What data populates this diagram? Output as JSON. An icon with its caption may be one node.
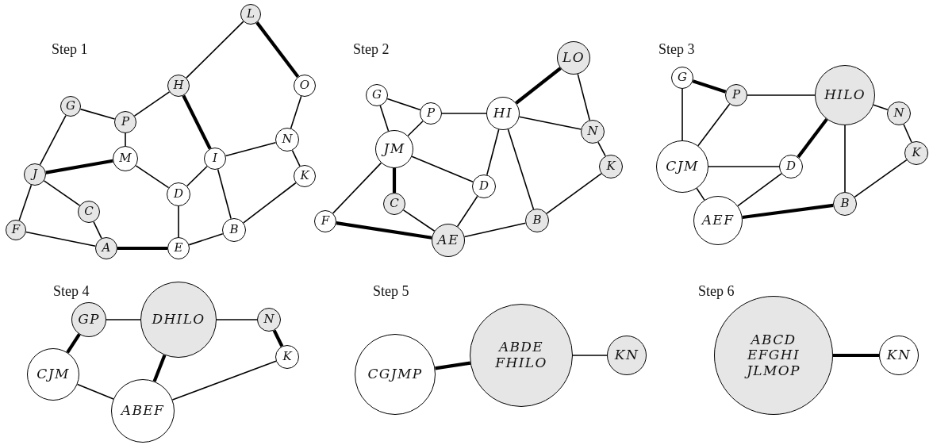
{
  "diagram": {
    "nodes": [
      {
        "text": [
          "L"
        ]
      },
      {
        "text": [
          "H"
        ]
      },
      {
        "text": [
          "O"
        ]
      },
      {
        "text": [
          "G"
        ]
      },
      {
        "text": [
          "P"
        ]
      },
      {
        "text": [
          "N"
        ]
      },
      {
        "text": [
          "M"
        ]
      },
      {
        "text": [
          "I"
        ]
      },
      {
        "text": [
          "J"
        ]
      },
      {
        "text": [
          "K"
        ]
      },
      {
        "text": [
          "D"
        ]
      },
      {
        "text": [
          "C"
        ]
      },
      {
        "text": [
          "F"
        ]
      },
      {
        "text": [
          "B"
        ]
      },
      {
        "text": [
          "A"
        ]
      },
      {
        "text": [
          "E"
        ]
      },
      {
        "text": [
          "LO"
        ]
      },
      {
        "text": [
          "G"
        ]
      },
      {
        "text": [
          "P"
        ]
      },
      {
        "text": [
          "HI"
        ]
      },
      {
        "text": [
          "N"
        ]
      },
      {
        "text": [
          "JM"
        ]
      },
      {
        "text": [
          "K"
        ]
      },
      {
        "text": [
          "D"
        ]
      },
      {
        "text": [
          "C"
        ]
      },
      {
        "text": [
          "F"
        ]
      },
      {
        "text": [
          "B"
        ]
      },
      {
        "text": [
          "AE"
        ]
      },
      {
        "text": [
          "G"
        ]
      },
      {
        "text": [
          "P"
        ]
      },
      {
        "text": [
          "HILO"
        ]
      },
      {
        "text": [
          "N"
        ]
      },
      {
        "text": [
          "K"
        ]
      },
      {
        "text": [
          "CJM"
        ]
      },
      {
        "text": [
          "D"
        ]
      },
      {
        "text": [
          "B"
        ]
      },
      {
        "text": [
          "AEF"
        ]
      },
      {
        "text": [
          "GP"
        ]
      },
      {
        "text": [
          "DHILO"
        ]
      },
      {
        "text": [
          "N"
        ]
      },
      {
        "text": [
          "K"
        ]
      },
      {
        "text": [
          "CJM"
        ]
      },
      {
        "text": [
          "ABEF"
        ]
      },
      {
        "text": [
          "CGJMP"
        ]
      },
      {
        "text": [
          "ABDE FHILO"
        ]
      },
      {
        "text": [
          "KN"
        ]
      },
      {
        "text": [
          "ABCD EFGHI JLMOP"
        ]
      },
      {
        "text": [
          "KN"
        ]
      }
    ],
    "edges": [
      {
        "from": 0,
        "to": 1,
        "arrow": "none"
      },
      {
        "from": 0,
        "to": 2,
        "arrow": "none",
        "style": "thick"
      },
      {
        "from": 2,
        "to": 5,
        "arrow": "none"
      },
      {
        "from": 1,
        "to": 4,
        "arrow": "none"
      },
      {
        "from": 1,
        "to": 7,
        "arrow": "none",
        "style": "thick"
      },
      {
        "from": 3,
        "to": 4,
        "arrow": "none"
      },
      {
        "from": 3,
        "to": 8,
        "arrow": "none"
      },
      {
        "from": 4,
        "to": 6,
        "arrow": "none"
      },
      {
        "from": 6,
        "to": 8,
        "arrow": "none",
        "style": "thick"
      },
      {
        "from": 6,
        "to": 10,
        "arrow": "none"
      },
      {
        "from": 7,
        "to": 10,
        "arrow": "none"
      },
      {
        "from": 7,
        "to": 5,
        "arrow": "none"
      },
      {
        "from": 7,
        "to": 13,
        "arrow": "none"
      },
      {
        "from": 5,
        "to": 9,
        "arrow": "none"
      },
      {
        "from": 9,
        "to": 13,
        "arrow": "none"
      },
      {
        "from": 8,
        "to": 11,
        "arrow": "none"
      },
      {
        "from": 8,
        "to": 12,
        "arrow": "none"
      },
      {
        "from": 11,
        "to": 14,
        "arrow": "none"
      },
      {
        "from": 12,
        "to": 14,
        "arrow": "none"
      },
      {
        "from": 14,
        "to": 15,
        "arrow": "none",
        "style": "thick"
      },
      {
        "from": 10,
        "to": 15,
        "arrow": "none"
      },
      {
        "from": 15,
        "to": 13,
        "arrow": "none"
      },
      {
        "from": 19,
        "to": 16,
        "arrow": "none",
        "style": "thick"
      },
      {
        "from": 16,
        "to": 20,
        "arrow": "none"
      },
      {
        "from": 17,
        "to": 18,
        "arrow": "none"
      },
      {
        "from": 17,
        "to": 21,
        "arrow": "none"
      },
      {
        "from": 18,
        "to": 21,
        "arrow": "none"
      },
      {
        "from": 18,
        "to": 19,
        "arrow": "none"
      },
      {
        "from": 19,
        "to": 20,
        "arrow": "none"
      },
      {
        "from": 19,
        "to": 23,
        "arrow": "none"
      },
      {
        "from": 19,
        "to": 26,
        "arrow": "none"
      },
      {
        "from": 20,
        "to": 22,
        "arrow": "none"
      },
      {
        "from": 22,
        "to": 26,
        "arrow": "none"
      },
      {
        "from": 21,
        "to": 23,
        "arrow": "none"
      },
      {
        "from": 21,
        "to": 24,
        "arrow": "none",
        "style": "thick"
      },
      {
        "from": 21,
        "to": 25,
        "arrow": "none"
      },
      {
        "from": 25,
        "to": 27,
        "arrow": "none",
        "style": "thick"
      },
      {
        "from": 24,
        "to": 27,
        "arrow": "none"
      },
      {
        "from": 23,
        "to": 27,
        "arrow": "none"
      },
      {
        "from": 27,
        "to": 26,
        "arrow": "none"
      },
      {
        "from": 28,
        "to": 29,
        "arrow": "none",
        "style": "thick"
      },
      {
        "from": 28,
        "to": 33,
        "arrow": "none"
      },
      {
        "from": 29,
        "to": 33,
        "arrow": "none"
      },
      {
        "from": 29,
        "to": 30,
        "arrow": "none"
      },
      {
        "from": 30,
        "to": 31,
        "arrow": "none"
      },
      {
        "from": 31,
        "to": 32,
        "arrow": "none"
      },
      {
        "from": 30,
        "to": 34,
        "arrow": "none",
        "style": "thick"
      },
      {
        "from": 30,
        "to": 35,
        "arrow": "none"
      },
      {
        "from": 32,
        "to": 35,
        "arrow": "none"
      },
      {
        "from": 33,
        "to": 34,
        "arrow": "none"
      },
      {
        "from": 33,
        "to": 36,
        "arrow": "none"
      },
      {
        "from": 34,
        "to": 36,
        "arrow": "none"
      },
      {
        "from": 36,
        "to": 35,
        "arrow": "none",
        "style": "thick"
      },
      {
        "from": 37,
        "to": 38,
        "arrow": "none"
      },
      {
        "from": 38,
        "to": 39,
        "arrow": "none"
      },
      {
        "from": 37,
        "to": 41,
        "arrow": "none",
        "style": "thick"
      },
      {
        "from": 39,
        "to": 40,
        "arrow": "none",
        "style": "thick"
      },
      {
        "from": 38,
        "to": 42,
        "arrow": "none",
        "style": "thick"
      },
      {
        "from": 41,
        "to": 42,
        "arrow": "none"
      },
      {
        "from": 42,
        "to": 40,
        "arrow": "none"
      },
      {
        "from": 43,
        "to": 44,
        "arrow": "none",
        "style": "thick"
      },
      {
        "from": 44,
        "to": 45,
        "arrow": "none"
      },
      {
        "from": 46,
        "to": 47,
        "arrow": "none",
        "style": "thick"
      }
    ],
    "labels": [
      "Step 1",
      "Step 2",
      "Step 3",
      "Step 4",
      "Step 5",
      "Step 6"
    ]
  }
}
